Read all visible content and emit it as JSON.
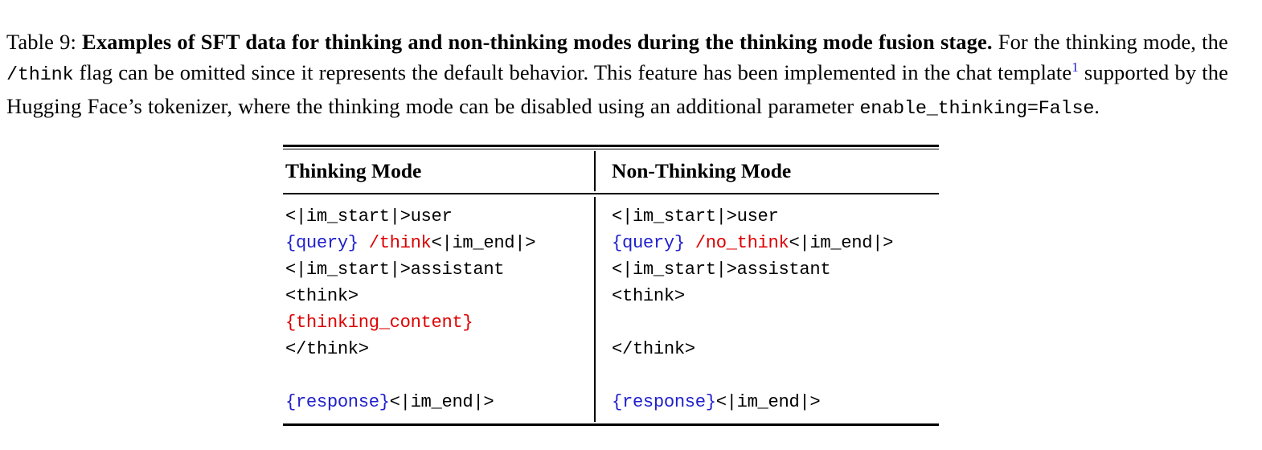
{
  "caption": {
    "label": "Table 9:",
    "bold_title": "Examples of SFT data for thinking and non-thinking modes during the thinking mode fusion stage.",
    "body_part1": " For the thinking mode, the ",
    "mono1": "/think",
    "body_part2": " flag can be omitted since it represents the default behavior. This feature has been implemented in the chat template",
    "footnote_marker": "1",
    "body_part3": " supported by the Hugging Face’s tokenizer, where the thinking mode can be disabled using an additional parameter ",
    "mono2": "enable_thinking=False",
    "body_part4": "."
  },
  "table": {
    "columns": [
      {
        "header": "Thinking Mode"
      },
      {
        "header": "Non-Thinking Mode"
      }
    ],
    "cells": [
      {
        "column": "Thinking Mode",
        "lines": [
          [
            {
              "text": "<|im_start|>user",
              "color": "black"
            }
          ],
          [
            {
              "text": "{query}",
              "color": "blue"
            },
            {
              "text": " ",
              "color": "black"
            },
            {
              "text": "/think",
              "color": "red"
            },
            {
              "text": "<|im_end|>",
              "color": "black"
            }
          ],
          [
            {
              "text": "<|im_start|>assistant",
              "color": "black"
            }
          ],
          [
            {
              "text": "<think>",
              "color": "black"
            }
          ],
          [
            {
              "text": "{thinking_content}",
              "color": "red"
            }
          ],
          [
            {
              "text": "</think>",
              "color": "black"
            }
          ],
          [],
          [
            {
              "text": "{response}",
              "color": "blue"
            },
            {
              "text": "<|im_end|>",
              "color": "black"
            }
          ]
        ]
      },
      {
        "column": "Non-Thinking Mode",
        "lines": [
          [
            {
              "text": "<|im_start|>user",
              "color": "black"
            }
          ],
          [
            {
              "text": "{query}",
              "color": "blue"
            },
            {
              "text": " ",
              "color": "black"
            },
            {
              "text": "/no_think",
              "color": "red"
            },
            {
              "text": "<|im_end|>",
              "color": "black"
            }
          ],
          [
            {
              "text": "<|im_start|>assistant",
              "color": "black"
            }
          ],
          [
            {
              "text": "<think>",
              "color": "black"
            }
          ],
          [],
          [
            {
              "text": "</think>",
              "color": "black"
            }
          ],
          [],
          [
            {
              "text": "{response}",
              "color": "blue"
            },
            {
              "text": "<|im_end|>",
              "color": "black"
            }
          ]
        ]
      }
    ]
  },
  "colors": {
    "text": "#000000",
    "blue": "#2020cc",
    "red": "#dd0000",
    "rule": "#000000",
    "background": "#ffffff"
  }
}
